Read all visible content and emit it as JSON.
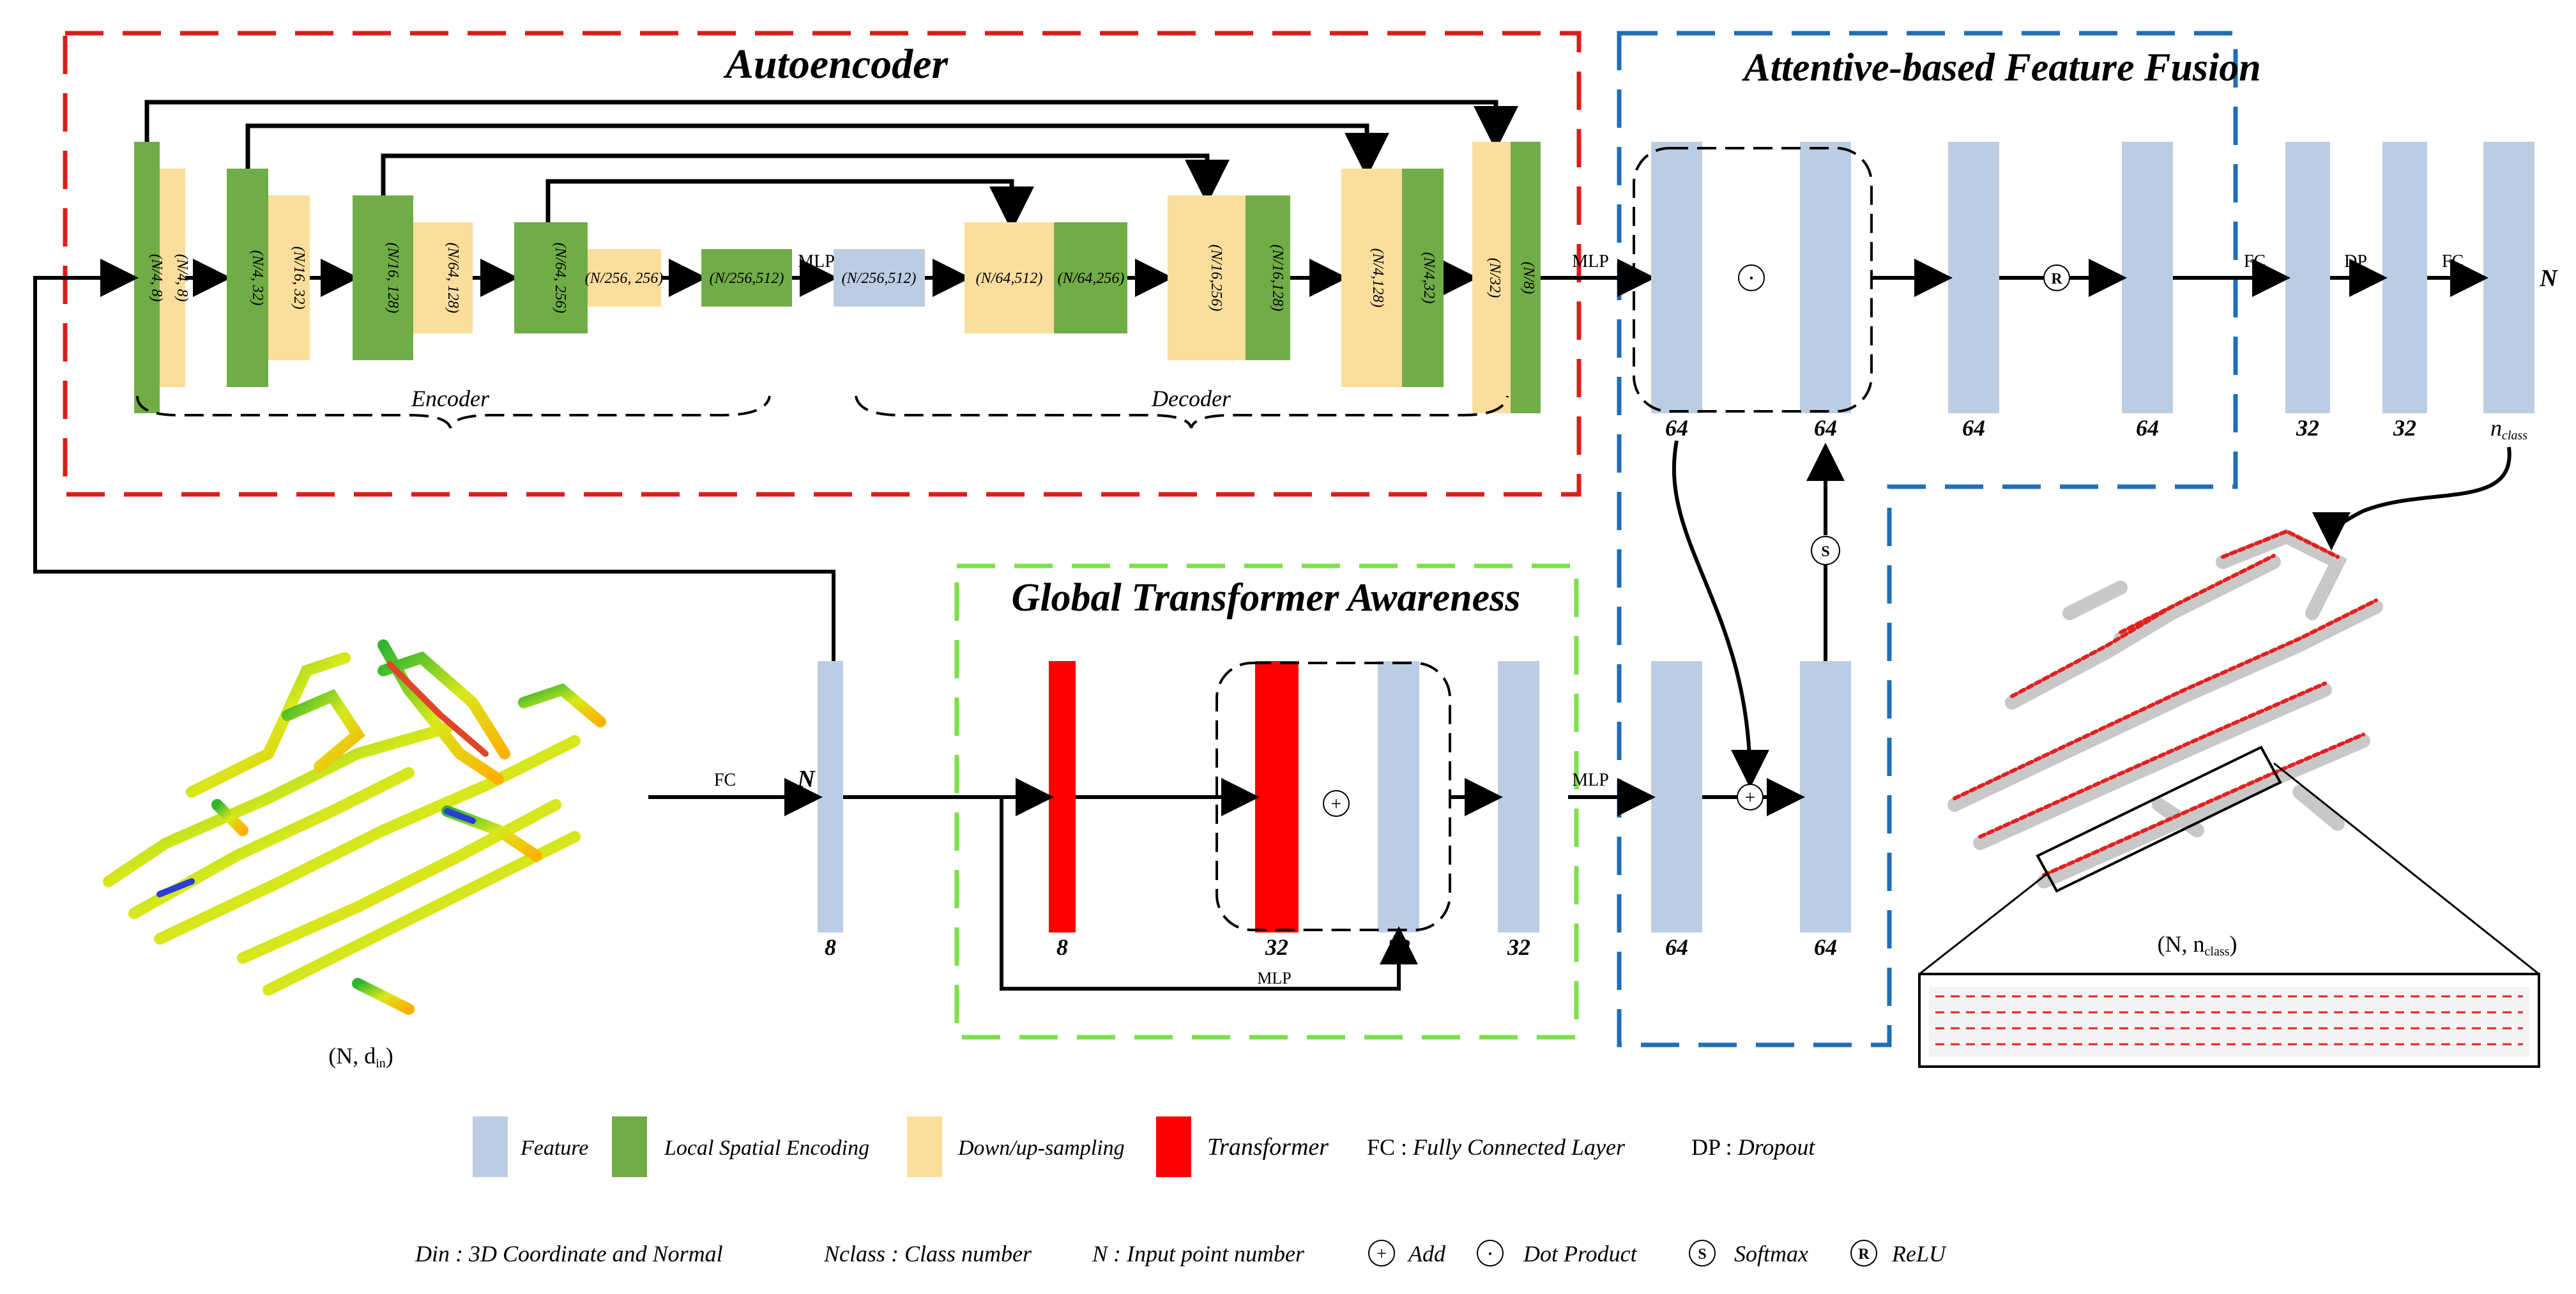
{
  "sections": {
    "autoencoder": "Autoencoder",
    "fusion": "Attentive-based Feature Fusion",
    "transformer": "Global Transformer Awareness"
  },
  "autoencoder": {
    "encoder_label": "Encoder",
    "decoder_label": "Decoder",
    "blocks": [
      "(N/4, 8)",
      "(N/4, 8)",
      "(N/4, 32)",
      "(N/16, 32)",
      "(N/16, 128)",
      "(N/64, 128)",
      "(N/64, 256)",
      "(N/256, 256)",
      "(N/256,512)",
      "(N/256,512)",
      "(N/64,512)",
      "(N/64,256)",
      "(N/16,256)",
      "(N/16,128)",
      "(N/4,128)",
      "(N/4,32)",
      "(N/32)",
      "(N/8)"
    ],
    "mlp_mid": "MLP",
    "mlp_out": "MLP"
  },
  "fusion": {
    "dims": [
      "64",
      "64",
      "64",
      "64",
      "32",
      "32"
    ],
    "out_dim": "n",
    "out_dim_sub": "class",
    "fc1": "FC",
    "dp": "DP",
    "fc2": "FC",
    "out_N": "N",
    "dot": "·",
    "relu": "R",
    "softmax": "S",
    "add": "+",
    "bottom_dims": [
      "64",
      "64"
    ],
    "mlp_in": "MLP"
  },
  "transformer": {
    "input_dim": "8",
    "input_N": "N",
    "fc": "FC",
    "dims": [
      "8",
      "32",
      "32",
      "32"
    ],
    "add": "+",
    "mlp": "MLP"
  },
  "input_caption_main": "(N, d",
  "input_caption_sub": "in",
  "output_caption_main": "(N, n",
  "output_caption_sub": "class",
  "legend": {
    "feature": "Feature",
    "local": "Local Spatial Encoding",
    "down": "Down/up-sampling",
    "transformer": "Transformer",
    "fc_key": "FC : ",
    "fc_val": "Fully Connected Layer",
    "dp_key": "DP : ",
    "dp_val": "Dropout",
    "din": "Din : 3D Coordinate and Normal",
    "nclass_key": "Nclass : ",
    "nclass_val": "Class number",
    "n_key": "N : ",
    "n_val": "Input point number",
    "add_sym": "+",
    "add": "Add",
    "dot_sym": "·",
    "dot": "Dot Product",
    "softmax_sym": "S",
    "softmax": "Softmax",
    "relu_sym": "R",
    "relu": "ReLU"
  },
  "colors": {
    "feature": "#bccde3",
    "local": "#70ad47",
    "down": "#fbde9c",
    "transformer": "#ff0000",
    "autoencoder_border": "#e01b1b",
    "fusion_border": "#1f6fb8",
    "transformer_border": "#7ce04a"
  }
}
